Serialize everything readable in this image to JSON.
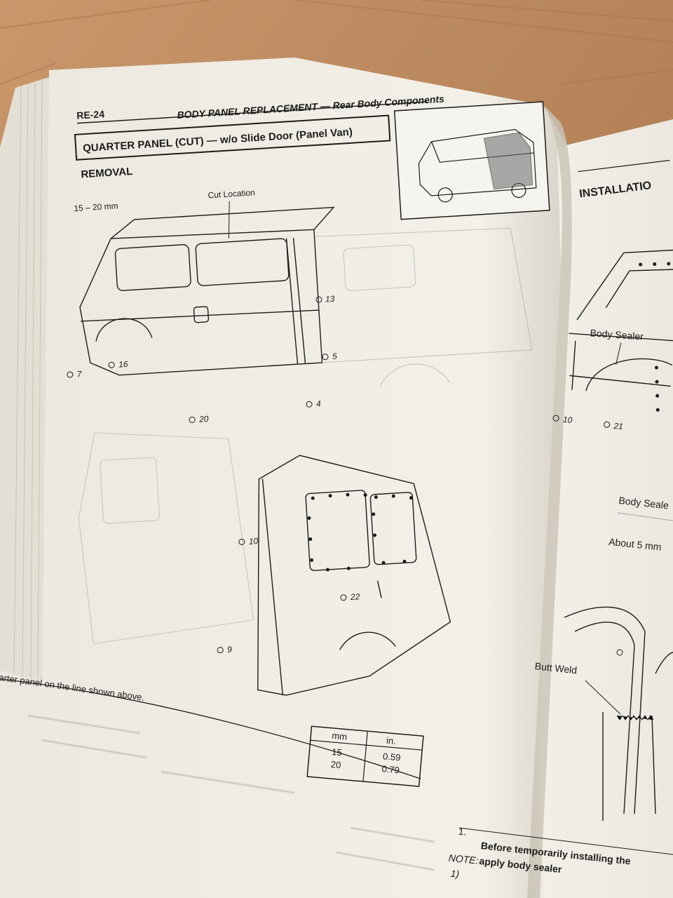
{
  "header": {
    "page_number": "RE-24",
    "running_title": "BODY PANEL REPLACEMENT — Rear Body Components"
  },
  "left_page": {
    "section_title": "QUARTER PANEL (CUT) — w/o Slide Door (Panel Van)",
    "subsection": "REMOVAL",
    "top_diagram": {
      "dimension": "15 – 20 mm",
      "cut_location": "Cut Location",
      "callouts": [
        "13",
        "16",
        "7",
        "5",
        "4",
        "20"
      ]
    },
    "bottom_diagram": {
      "callouts": [
        "10",
        "22",
        "9"
      ]
    },
    "step_text": "arter panel on the line shown above.",
    "conversion_table": {
      "headers": [
        "mm",
        "in."
      ],
      "rows": [
        [
          "15",
          "0.59"
        ],
        [
          "20",
          "0.79"
        ]
      ]
    }
  },
  "right_page": {
    "heading": "INSTALLATIO",
    "body_sealer_label": "Body Sealer",
    "callouts": [
      "10",
      "21"
    ],
    "body_sealer_label_2": "Body Seale",
    "about_label": "About 5 mm",
    "butt_weld_label": "Butt Weld",
    "step_number": "1.",
    "step_text_line1": "Before  temporarily  installing  the",
    "step_text_line2": "apply body sealer",
    "note_label": "NOTE:",
    "note_item": "1)"
  },
  "colors": {
    "table_wood": "#b8875a",
    "paper": "#f4f1ea",
    "ink": "#1c1c1c"
  }
}
